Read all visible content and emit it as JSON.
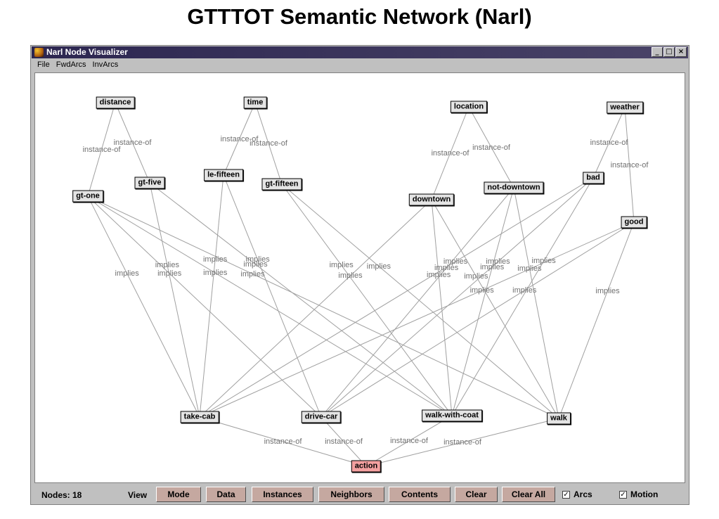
{
  "page_title": "GTTTOT Semantic Network (Narl)",
  "window": {
    "title": "Narl Node Visualizer",
    "controls": [
      "_",
      "□",
      "×"
    ],
    "menu": [
      "File",
      "FwdArcs",
      "InvArcs"
    ]
  },
  "graph": {
    "nodes": [
      {
        "id": "distance",
        "label": "distance"
      },
      {
        "id": "time",
        "label": "time"
      },
      {
        "id": "location",
        "label": "location"
      },
      {
        "id": "weather",
        "label": "weather"
      },
      {
        "id": "gt-one",
        "label": "gt-one"
      },
      {
        "id": "gt-five",
        "label": "gt-five"
      },
      {
        "id": "le-fifteen",
        "label": "le-fifteen"
      },
      {
        "id": "gt-fifteen",
        "label": "gt-fifteen"
      },
      {
        "id": "downtown",
        "label": "downtown"
      },
      {
        "id": "not-downtown",
        "label": "not-downtown"
      },
      {
        "id": "bad",
        "label": "bad"
      },
      {
        "id": "good",
        "label": "good"
      },
      {
        "id": "take-cab",
        "label": "take-cab"
      },
      {
        "id": "drive-car",
        "label": "drive-car"
      },
      {
        "id": "walk-with-coat",
        "label": "walk-with-coat"
      },
      {
        "id": "walk",
        "label": "walk"
      },
      {
        "id": "action",
        "label": "action",
        "highlight": true
      }
    ],
    "edges": [
      {
        "from": "gt-one",
        "to": "distance",
        "label": "instance-of"
      },
      {
        "from": "gt-five",
        "to": "distance",
        "label": "instance-of"
      },
      {
        "from": "le-fifteen",
        "to": "time",
        "label": "instance-of"
      },
      {
        "from": "gt-fifteen",
        "to": "time",
        "label": "instance-of"
      },
      {
        "from": "downtown",
        "to": "location",
        "label": "instance-of"
      },
      {
        "from": "not-downtown",
        "to": "location",
        "label": "instance-of"
      },
      {
        "from": "bad",
        "to": "weather",
        "label": "instance-of"
      },
      {
        "from": "good",
        "to": "weather",
        "label": "instance-of"
      },
      {
        "from": "take-cab",
        "to": "action",
        "label": "instance-of"
      },
      {
        "from": "drive-car",
        "to": "action",
        "label": "instance-of"
      },
      {
        "from": "walk-with-coat",
        "to": "action",
        "label": "instance-of"
      },
      {
        "from": "walk",
        "to": "action",
        "label": "instance-of"
      },
      {
        "from": "gt-one",
        "to": "take-cab",
        "label": "implies"
      },
      {
        "from": "gt-one",
        "to": "drive-car",
        "label": "implies"
      },
      {
        "from": "gt-one",
        "to": "walk-with-coat",
        "label": "implies"
      },
      {
        "from": "gt-one",
        "to": "walk",
        "label": "implies"
      },
      {
        "from": "gt-five",
        "to": "take-cab",
        "label": "implies"
      },
      {
        "from": "gt-five",
        "to": "walk-with-coat",
        "label": "implies"
      },
      {
        "from": "le-fifteen",
        "to": "take-cab",
        "label": "implies"
      },
      {
        "from": "le-fifteen",
        "to": "drive-car",
        "label": "implies"
      },
      {
        "from": "gt-fifteen",
        "to": "walk-with-coat",
        "label": "implies"
      },
      {
        "from": "gt-fifteen",
        "to": "walk",
        "label": "implies"
      },
      {
        "from": "downtown",
        "to": "take-cab",
        "label": "implies"
      },
      {
        "from": "downtown",
        "to": "walk-with-coat",
        "label": "implies"
      },
      {
        "from": "downtown",
        "to": "walk",
        "label": "implies"
      },
      {
        "from": "not-downtown",
        "to": "drive-car",
        "label": "implies"
      },
      {
        "from": "not-downtown",
        "to": "walk-with-coat",
        "label": "implies"
      },
      {
        "from": "not-downtown",
        "to": "walk",
        "label": "implies"
      },
      {
        "from": "bad",
        "to": "take-cab",
        "label": "implies"
      },
      {
        "from": "bad",
        "to": "drive-car",
        "label": "implies"
      },
      {
        "from": "bad",
        "to": "walk-with-coat",
        "label": "implies"
      },
      {
        "from": "good",
        "to": "take-cab",
        "label": "implies"
      },
      {
        "from": "good",
        "to": "drive-car",
        "label": "implies"
      },
      {
        "from": "good",
        "to": "walk",
        "label": "implies"
      }
    ]
  },
  "status": {
    "nodes_count": "Nodes: 18",
    "view_label": "View",
    "buttons": [
      "Mode",
      "Data",
      "Instances",
      "Neighbors",
      "Contents",
      "Clear",
      "Clear All"
    ],
    "checkboxes": [
      {
        "label": "Arcs",
        "checked": true
      },
      {
        "label": "Motion",
        "checked": true
      }
    ]
  },
  "colors": {
    "button_face": "#c5a8a0",
    "node_highlight": "#f4a0a0",
    "titlebar": "#2c2650",
    "edge_line": "#a0a0a0",
    "edge_label": "#707070"
  }
}
